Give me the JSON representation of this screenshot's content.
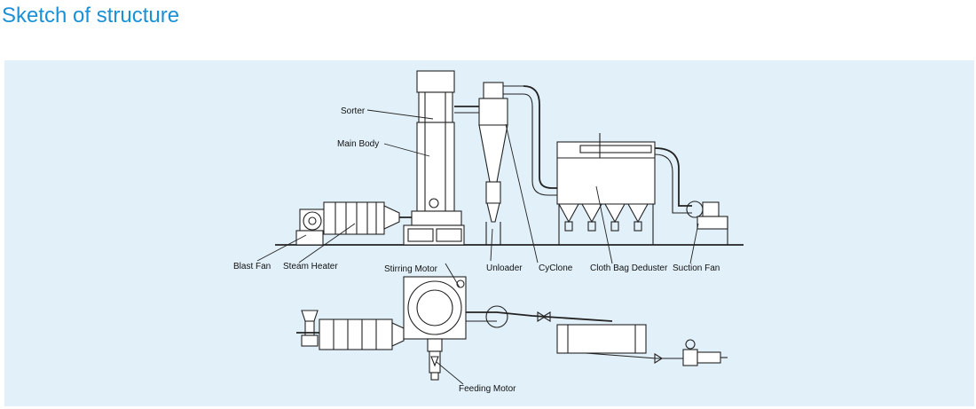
{
  "header": {
    "title": "Sketch of structure"
  },
  "diagram": {
    "labels": {
      "sorter": "Sorter",
      "main_body": "Main Body",
      "blast_fan": "Blast Fan",
      "steam_heater": "Steam Heater",
      "stirring_motor": "Stirring Motor",
      "unloader": "Unloader",
      "cyclone": "CyClone",
      "cloth_bag_deduster": "Cloth Bag Deduster",
      "suction_fan": "Suction Fan",
      "feeding_motor": "Feeding Motor"
    }
  },
  "colors": {
    "title": "#1a90d6",
    "panel_background": "#e1f0f9",
    "line": "#222222"
  }
}
